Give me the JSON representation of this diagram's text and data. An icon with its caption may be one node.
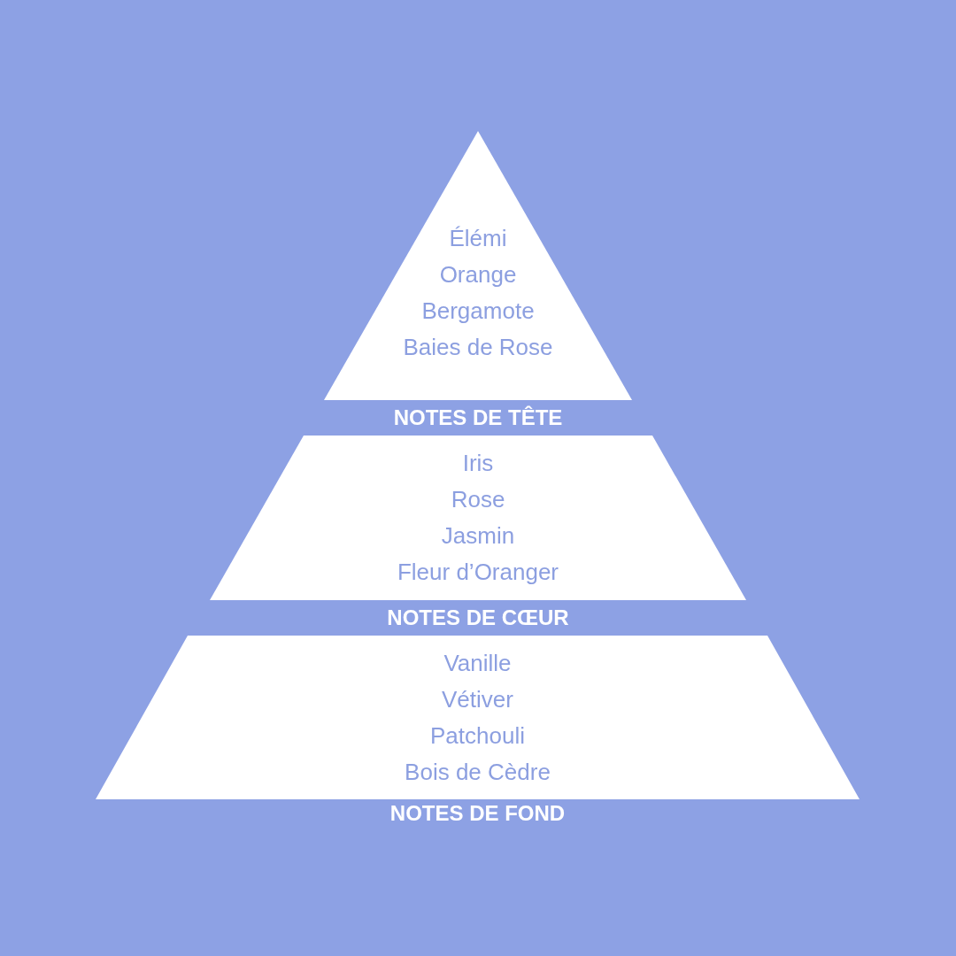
{
  "diagram": {
    "nodes": [
      {
        "text": [
          "Élémi",
          "Orange",
          "Bergamote",
          "Baies de Rose"
        ],
        "beside": [
          "NOTES DE TÊTE"
        ]
      },
      {
        "text": [
          "Iris",
          "Rose",
          "Jasmin",
          "Fleur d’Oranger"
        ],
        "beside": [
          "NOTES DE CŒUR"
        ]
      },
      {
        "text": [
          "Vanille",
          "Vétiver",
          "Patchouli",
          "Bois de Cèdre"
        ],
        "beside": [
          "NOTES DE FOND"
        ]
      }
    ]
  }
}
